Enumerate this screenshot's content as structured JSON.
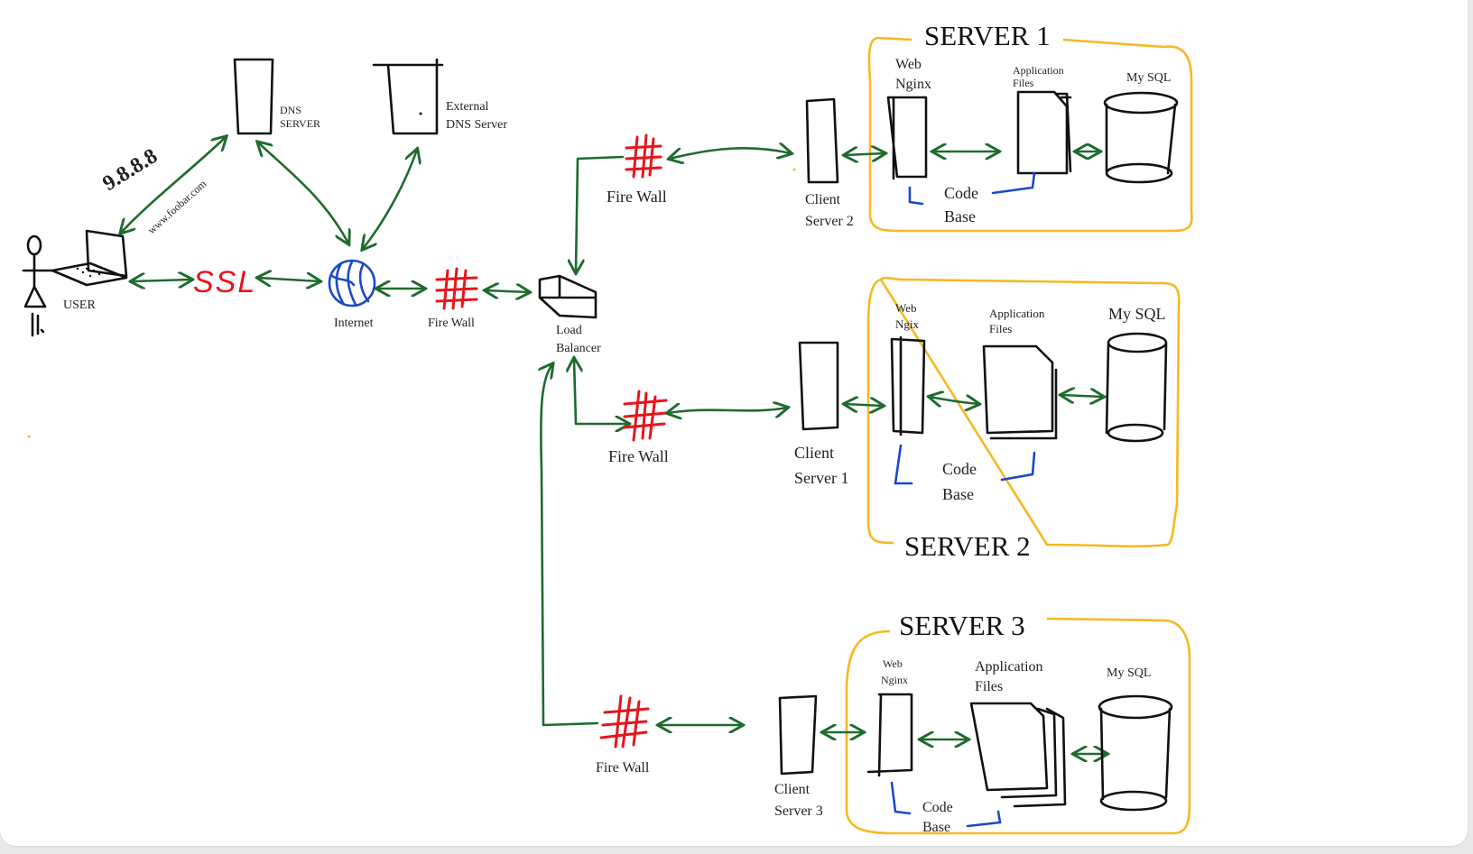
{
  "diagram": {
    "user_label": "USER",
    "ip_text": "9.8.8.8",
    "url_text": "www.foobar.com",
    "dns_server": [
      "DNS",
      "SERVER"
    ],
    "external_dns": [
      "External",
      "DNS Server"
    ],
    "ssl_text": "SSL",
    "internet_label": "Internet",
    "firewall_label": "Fire Wall",
    "load_balancer": [
      "Load",
      "Balancer"
    ],
    "server1": {
      "title": "SERVER 1",
      "client": [
        "Client",
        "Server 2"
      ],
      "web": [
        "Web",
        "Nginx"
      ],
      "app": [
        "Application",
        "Files"
      ],
      "db": "My SQL",
      "code": [
        "Code",
        "Base"
      ]
    },
    "server2": {
      "title": "SERVER 2",
      "client": [
        "Client",
        "Server 1"
      ],
      "web": [
        "Web",
        "Ngix"
      ],
      "app": [
        "Application",
        "Files"
      ],
      "db": "My SQL",
      "code": [
        "Code",
        "Base"
      ]
    },
    "server3": {
      "title": "SERVER 3",
      "client": [
        "Client",
        "Server 3"
      ],
      "web": [
        "Web",
        "Nginx"
      ],
      "app": [
        "Application",
        "Files"
      ],
      "db": "My SQL",
      "code": [
        "Code",
        "Base"
      ]
    }
  },
  "colors": {
    "connector": "#1e6b2e",
    "firewall": "#e8141a",
    "server_outline": "#f5b921",
    "code_base_bracket": "#1b49c9",
    "internet_globe": "#1b49c9"
  },
  "icons": [
    "user-stick-figure-icon",
    "laptop-icon",
    "server-rack-icon",
    "globe-icon",
    "firewall-icon",
    "load-balancer-icon",
    "document-stack-icon",
    "database-cylinder-icon"
  ]
}
